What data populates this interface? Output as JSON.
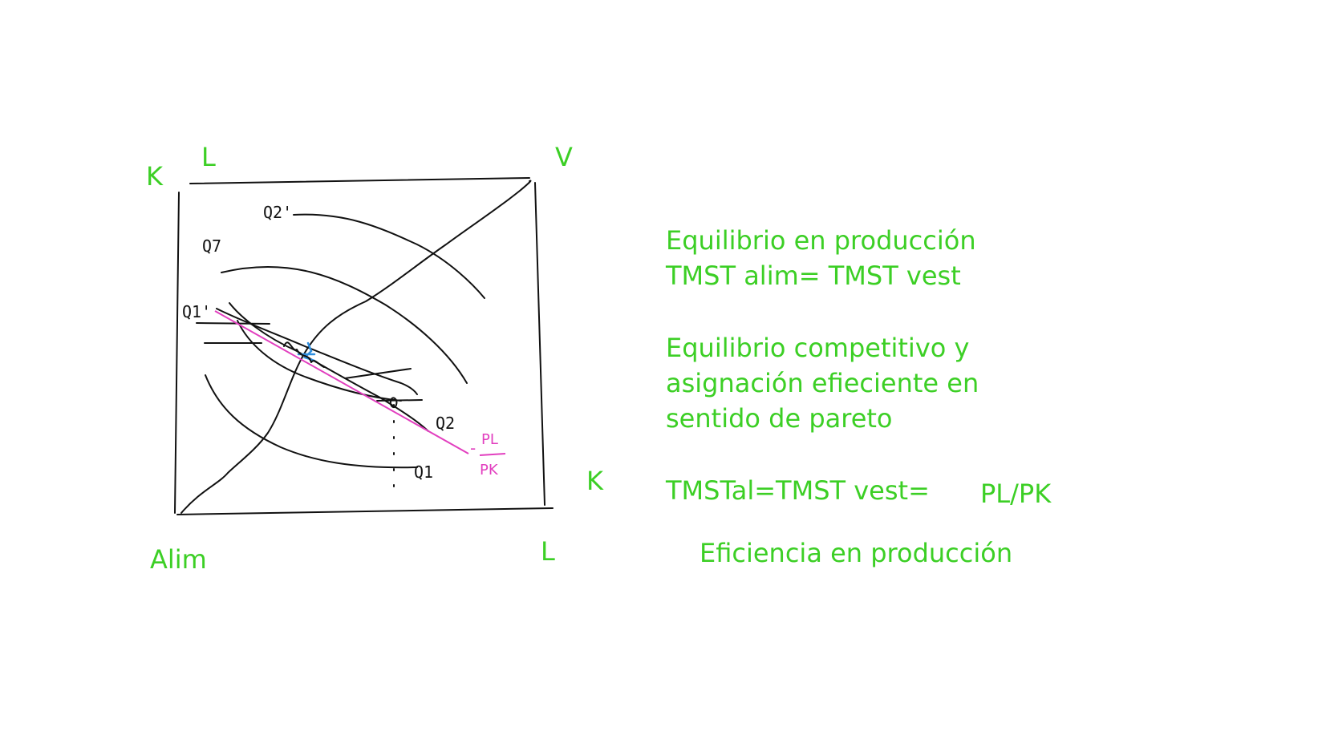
{
  "colors": {
    "label_green": "#3ccf25",
    "ink": "#111111",
    "price_line": "#e23fbf",
    "tangent_mark": "#2f8fe0"
  },
  "box_labels": {
    "food_origin": "Alim",
    "food_K": "K",
    "food_L": "L",
    "clothing_origin": "V",
    "clothing_K": "K",
    "clothing_L": "L"
  },
  "isoquant_labels": {
    "q1": "Q1",
    "q2": "Q2",
    "q1_prime": "Q1'",
    "q2_prime": "Q2'",
    "q7": "Q7"
  },
  "price_ratio": {
    "numerator": "PL",
    "denominator": "PK",
    "sign": "-"
  },
  "notes": {
    "production_equilibrium": [
      "Equilibrio en producción",
      "TMST alim= TMST vest"
    ],
    "competitive_equilibrium": [
      "Equilibrio competitivo y",
      "asignación efieciente en",
      "sentido de pareto"
    ],
    "equality_left": "TMSTal=TMST vest=",
    "equality_right": "PL/PK",
    "efficiency": "Eficiencia en producción"
  }
}
